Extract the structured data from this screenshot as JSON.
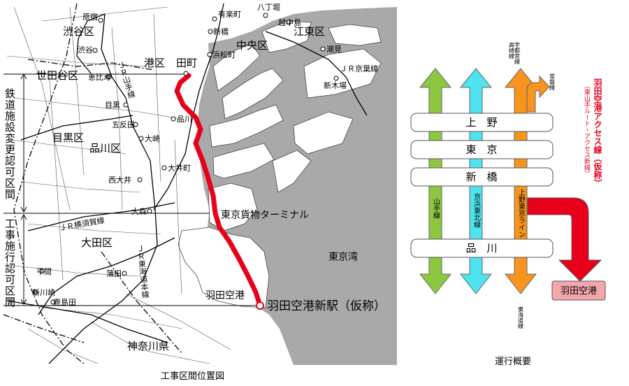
{
  "map": {
    "caption": "工事区間位置図",
    "bracket_upper": "鉄道施設変更認可区間",
    "bracket_lower": "工事施行認可区間",
    "wards": [
      "渋谷区",
      "港区",
      "中央区",
      "江東区",
      "世田谷区",
      "目黒区",
      "品川区",
      "大田区",
      "神奈川県"
    ],
    "stations": [
      "原宿",
      "有楽町",
      "八丁堀",
      "越中島",
      "新橋",
      "渋谷",
      "浜松町",
      "潮見",
      "恵比寿",
      "新木場",
      "田町",
      "目黒",
      "品川",
      "五反田",
      "大崎",
      "大井町",
      "西大井",
      "大森",
      "蒲田",
      "平間",
      "新川崎",
      "鹿島田"
    ],
    "lines": [
      "ＪＲ京葉線",
      "ＪＲ山手線",
      "ＪＲ横須賀線",
      "ＪＲ東海道本線"
    ],
    "places": [
      "東京貨物ターミナル",
      "東京湾",
      "羽田空港"
    ],
    "new_station": "羽田空港新駅（仮称）",
    "colors": {
      "route": "#e8001b",
      "sea": "#a9a9a9",
      "land": "#ffffff"
    }
  },
  "diagram": {
    "caption": "運行概要",
    "title": "羽田空港アクセス線（仮称）",
    "subtitle": "（東山手ルート・アクセス新線）",
    "stations": [
      "上　野",
      "東　京",
      "新　橋",
      "品　川"
    ],
    "lines": [
      {
        "name": "山手線",
        "color": "#8dc63f"
      },
      {
        "name": "京浜東北線",
        "color": "#4fe3f0"
      },
      {
        "name": "上野東京ライン",
        "color": "#f7941d"
      }
    ],
    "top_labels": [
      "宇都宮線",
      "高崎線",
      "常磐線"
    ],
    "bottom_label": "東海道線",
    "destination": "羽田空港",
    "colors": {
      "access": "#e8001b",
      "dest_fill": "#f4a6ad"
    }
  }
}
